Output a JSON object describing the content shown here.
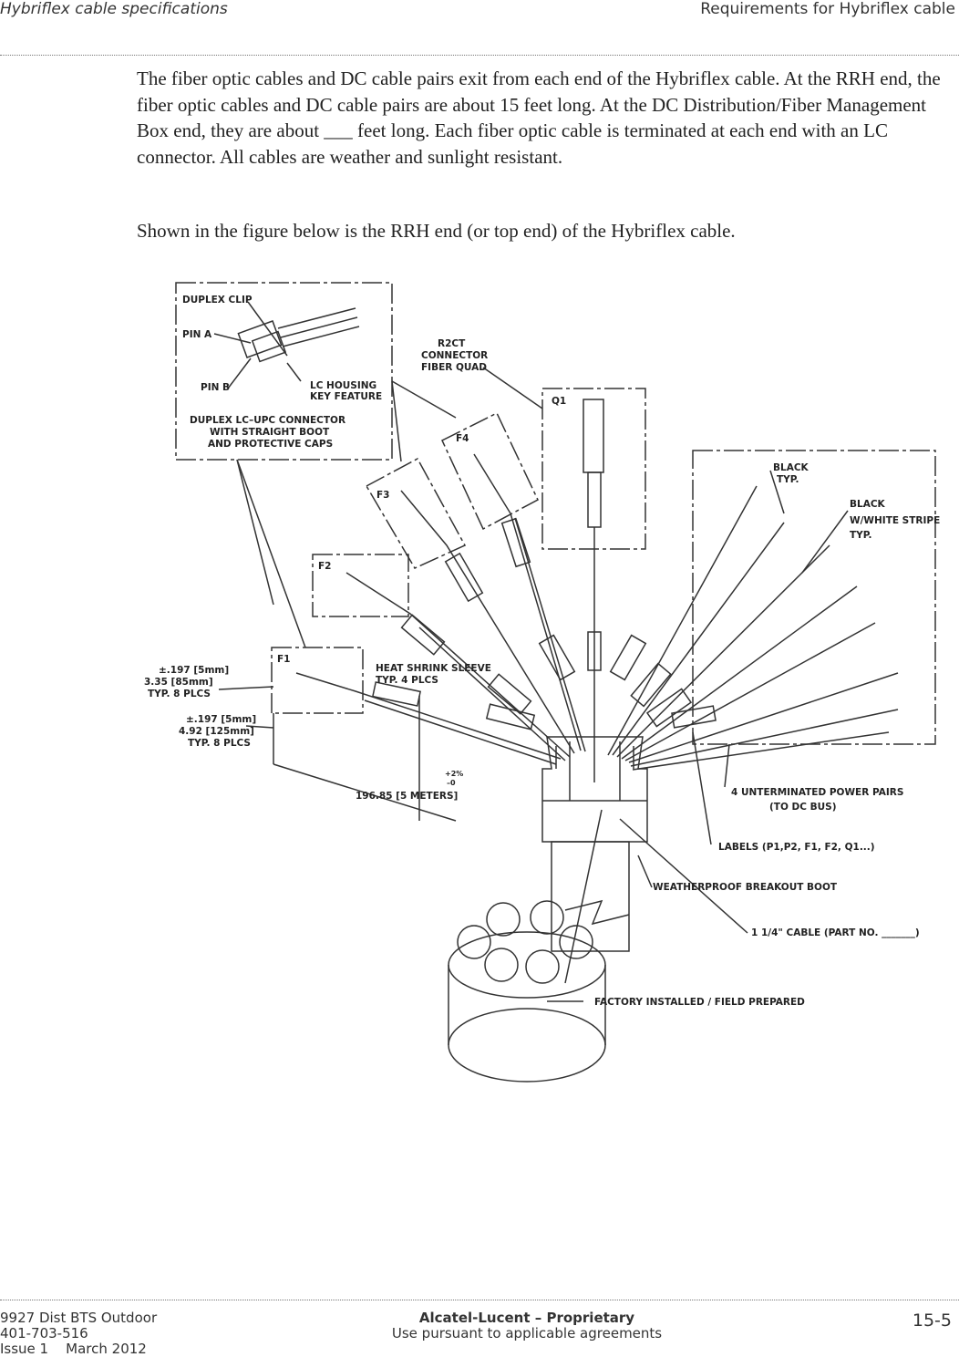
{
  "header": {
    "left": "Hybriflex cable specifications",
    "right": "Requirements for Hybriflex cable"
  },
  "body": {
    "paragraph1": "The fiber optic cables and DC cable pairs exit from each end of the Hybriflex cable. At the RRH end, the fiber optic cables and DC cable pairs are about 15 feet long. At the DC Distribution/Fiber Management Box end, they are about ___ feet long. Each fiber optic cable is terminated at each end with an LC connector. All cables are weather and sunlight resistant.",
    "paragraph2": "Shown in the figure below is the RRH end (or top end) of the Hybriflex cable."
  },
  "figure": {
    "labels": {
      "duplex_clip": "DUPLEX CLIP",
      "pin_a": "PIN A",
      "pin_b": "PIN B",
      "lc_housing_1": "LC HOUSING",
      "lc_housing_2": "KEY FEATURE",
      "duplex_conn_1": "DUPLEX LC–UPC CONNECTOR",
      "duplex_conn_2": "WITH STRAIGHT BOOT",
      "duplex_conn_3": "AND PROTECTIVE CAPS",
      "r2ct_1": "R2CT",
      "r2ct_2": "CONNECTOR",
      "r2ct_3": "FIBER QUAD",
      "q1": "Q1",
      "f1": "F1",
      "f2": "F2",
      "f3": "F3",
      "f4": "F4",
      "black_1": "BLACK",
      "black_2": "TYP.",
      "bws_1": "BLACK",
      "bws_2": "W/WHITE STRIPE",
      "bws_3": "TYP.",
      "heat_1": "HEAT SHRINK SLEEVE",
      "heat_2": "TYP. 4 PLCS",
      "dim1_1": "±.197 [5mm]",
      "dim1_2": "3.35 [85mm]",
      "dim1_3": "TYP. 8 PLCS",
      "dim2_1": "±.197 [5mm]",
      "dim2_2": "4.92 [125mm]",
      "dim2_3": "TYP. 8 PLCS",
      "length": "196.85 [5 METERS]",
      "tol_1": "+2%",
      "tol_2": "–0",
      "power_1": "4 UNTERMINATED POWER PAIRS",
      "power_2": "(TO DC BUS)",
      "labels": "LABELS (P1,P2, F1, F2, Q1...)",
      "boot": "WEATHERPROOF BREAKOUT BOOT",
      "cable": "1 1/4\" CABLE (PART NO. _______)",
      "factory": "FACTORY INSTALLED / FIELD PREPARED"
    }
  },
  "footer": {
    "left_line1": "9927 Dist BTS Outdoor",
    "left_line2": "401-703-516",
    "left_line3": "Issue 1    March 2012",
    "center_line1": "Alcatel-Lucent – Proprietary",
    "center_line2": "Use pursuant to applicable agreements",
    "page": "15-5"
  }
}
